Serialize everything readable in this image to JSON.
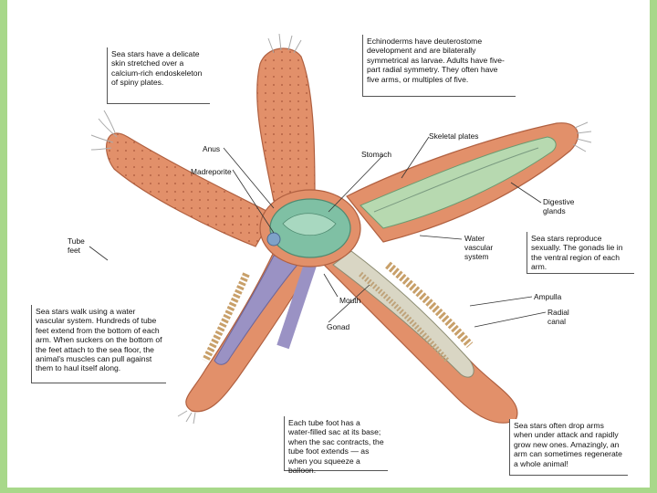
{
  "callouts": {
    "skin": "Sea stars have a delicate skin stretched over a calcium-rich endoskeleton of spiny plates.",
    "echinoderms": "Echinoderms have deuterostome development and are bilaterally symmetrical as larvae. Adults have five-part radial symmetry. They often have five arms, or multiples of five.",
    "reproduce": "Sea stars reproduce sexually. The gonads lie in the ventral region of each arm.",
    "walk": "Sea stars walk using a water vascular system. Hundreds of tube feet extend from the bottom of each arm. When suckers on the bottom of the feet attach to the sea floor, the animal's muscles can pull against them to haul itself along.",
    "tube_foot": "Each tube foot has a water-filled sac at its base; when the sac contracts, the tube foot extends — as when you squeeze a balloon.",
    "regenerate": "Sea stars often drop arms when under attack and rapidly grow new ones. Amazingly, an arm can sometimes regenerate a whole animal!"
  },
  "labels": {
    "anus": "Anus",
    "stomach": "Stomach",
    "skeletal_plates": "Skeletal plates",
    "madreporite": "Madreporite",
    "digestive_glands": "Digestive glands",
    "tube_feet": "Tube feet",
    "water_vascular": "Water vascular system",
    "mouth": "Mouth",
    "ampulla": "Ampulla",
    "radial_canal": "Radial canal",
    "gonad": "Gonad"
  },
  "colors": {
    "skin": "#e2906a",
    "skin_dark": "#c46b48",
    "stomach": "#7fc0a4",
    "gland": "#9a92c4",
    "gonad": "#c8a06a",
    "frame_border": "#a8d88a"
  }
}
